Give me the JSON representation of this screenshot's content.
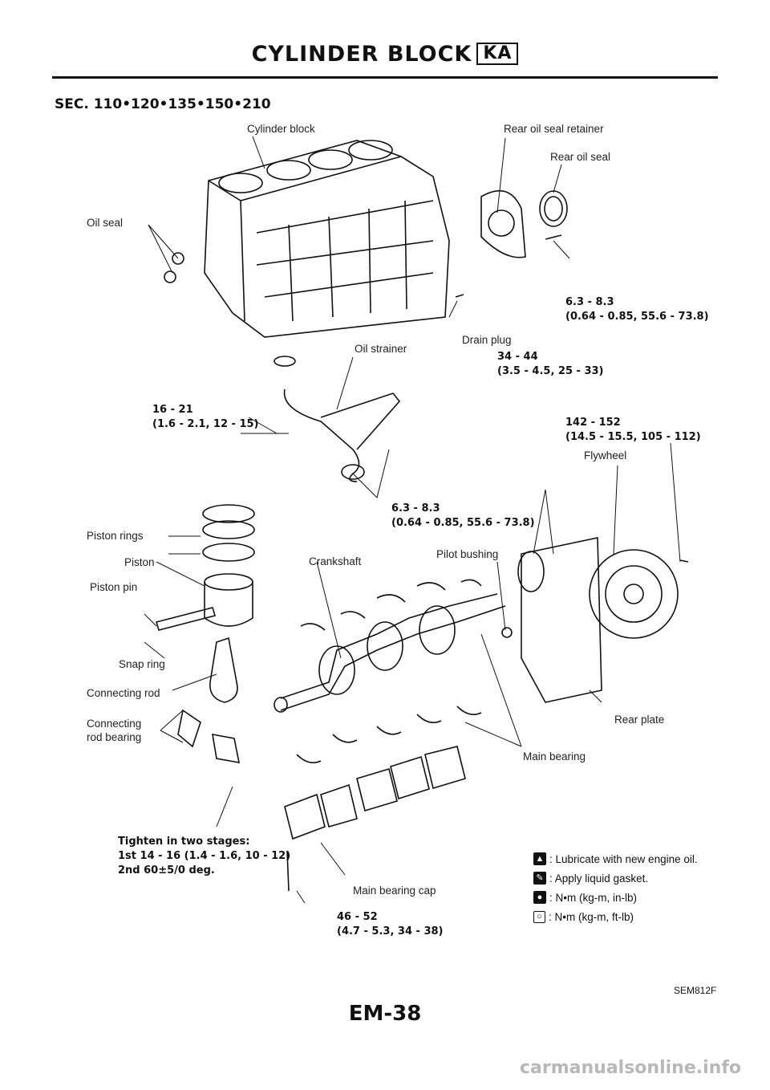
{
  "header": {
    "title": "CYLINDER BLOCK",
    "section": "KA"
  },
  "sec": "SEC. 110•120•135•150•210",
  "labels": {
    "cylinder_block": "Cylinder block",
    "rear_oil_seal_retainer": "Rear oil seal retainer",
    "rear_oil_seal": "Rear oil seal",
    "oil_seal": "Oil seal",
    "drain_plug": "Drain plug",
    "oil_strainer": "Oil strainer",
    "flywheel": "Flywheel",
    "piston_rings": "Piston rings",
    "piston": "Piston",
    "piston_pin": "Piston pin",
    "crankshaft": "Crankshaft",
    "pilot_bushing": "Pilot bushing",
    "snap_ring": "Snap ring",
    "connecting_rod": "Connecting rod",
    "connecting_rod_bearing_1": "Connecting",
    "connecting_rod_bearing_2": "rod bearing",
    "rear_plate": "Rear plate",
    "main_bearing": "Main bearing",
    "main_bearing_cap": "Main bearing cap"
  },
  "torques": {
    "t1": "6.3 - 8.3\n(0.64 - 0.85, 55.6 - 73.8)",
    "t2": "34 - 44\n(3.5 - 4.5, 25 - 33)",
    "t3": "16 - 21\n(1.6 - 2.1, 12 - 15)",
    "t4": "142 - 152\n(14.5 - 15.5, 105 - 112)",
    "t5": "6.3 - 8.3\n(0.64 - 0.85, 55.6 - 73.8)",
    "t6": "Tighten in two stages:\n1st 14 - 16 (1.4 - 1.6, 10 - 12)\n2nd 60±5/0 deg.",
    "t7": "46 - 52\n(4.7 - 5.3, 34 - 38)"
  },
  "legend": [
    {
      "icon": "oil-can-icon",
      "text": ": Lubricate with new engine oil."
    },
    {
      "icon": "gasket-icon",
      "text": ": Apply liquid gasket."
    },
    {
      "icon": "torque-wrench-icon",
      "text": ": N•m (kg-m, in-lb)"
    },
    {
      "icon": "torque-wrench-icon",
      "text": ": N•m (kg-m, ft-lb)"
    }
  ],
  "figure_code": "SEM812F",
  "page_number": "EM-38",
  "watermark": "carmanualsonline.info"
}
